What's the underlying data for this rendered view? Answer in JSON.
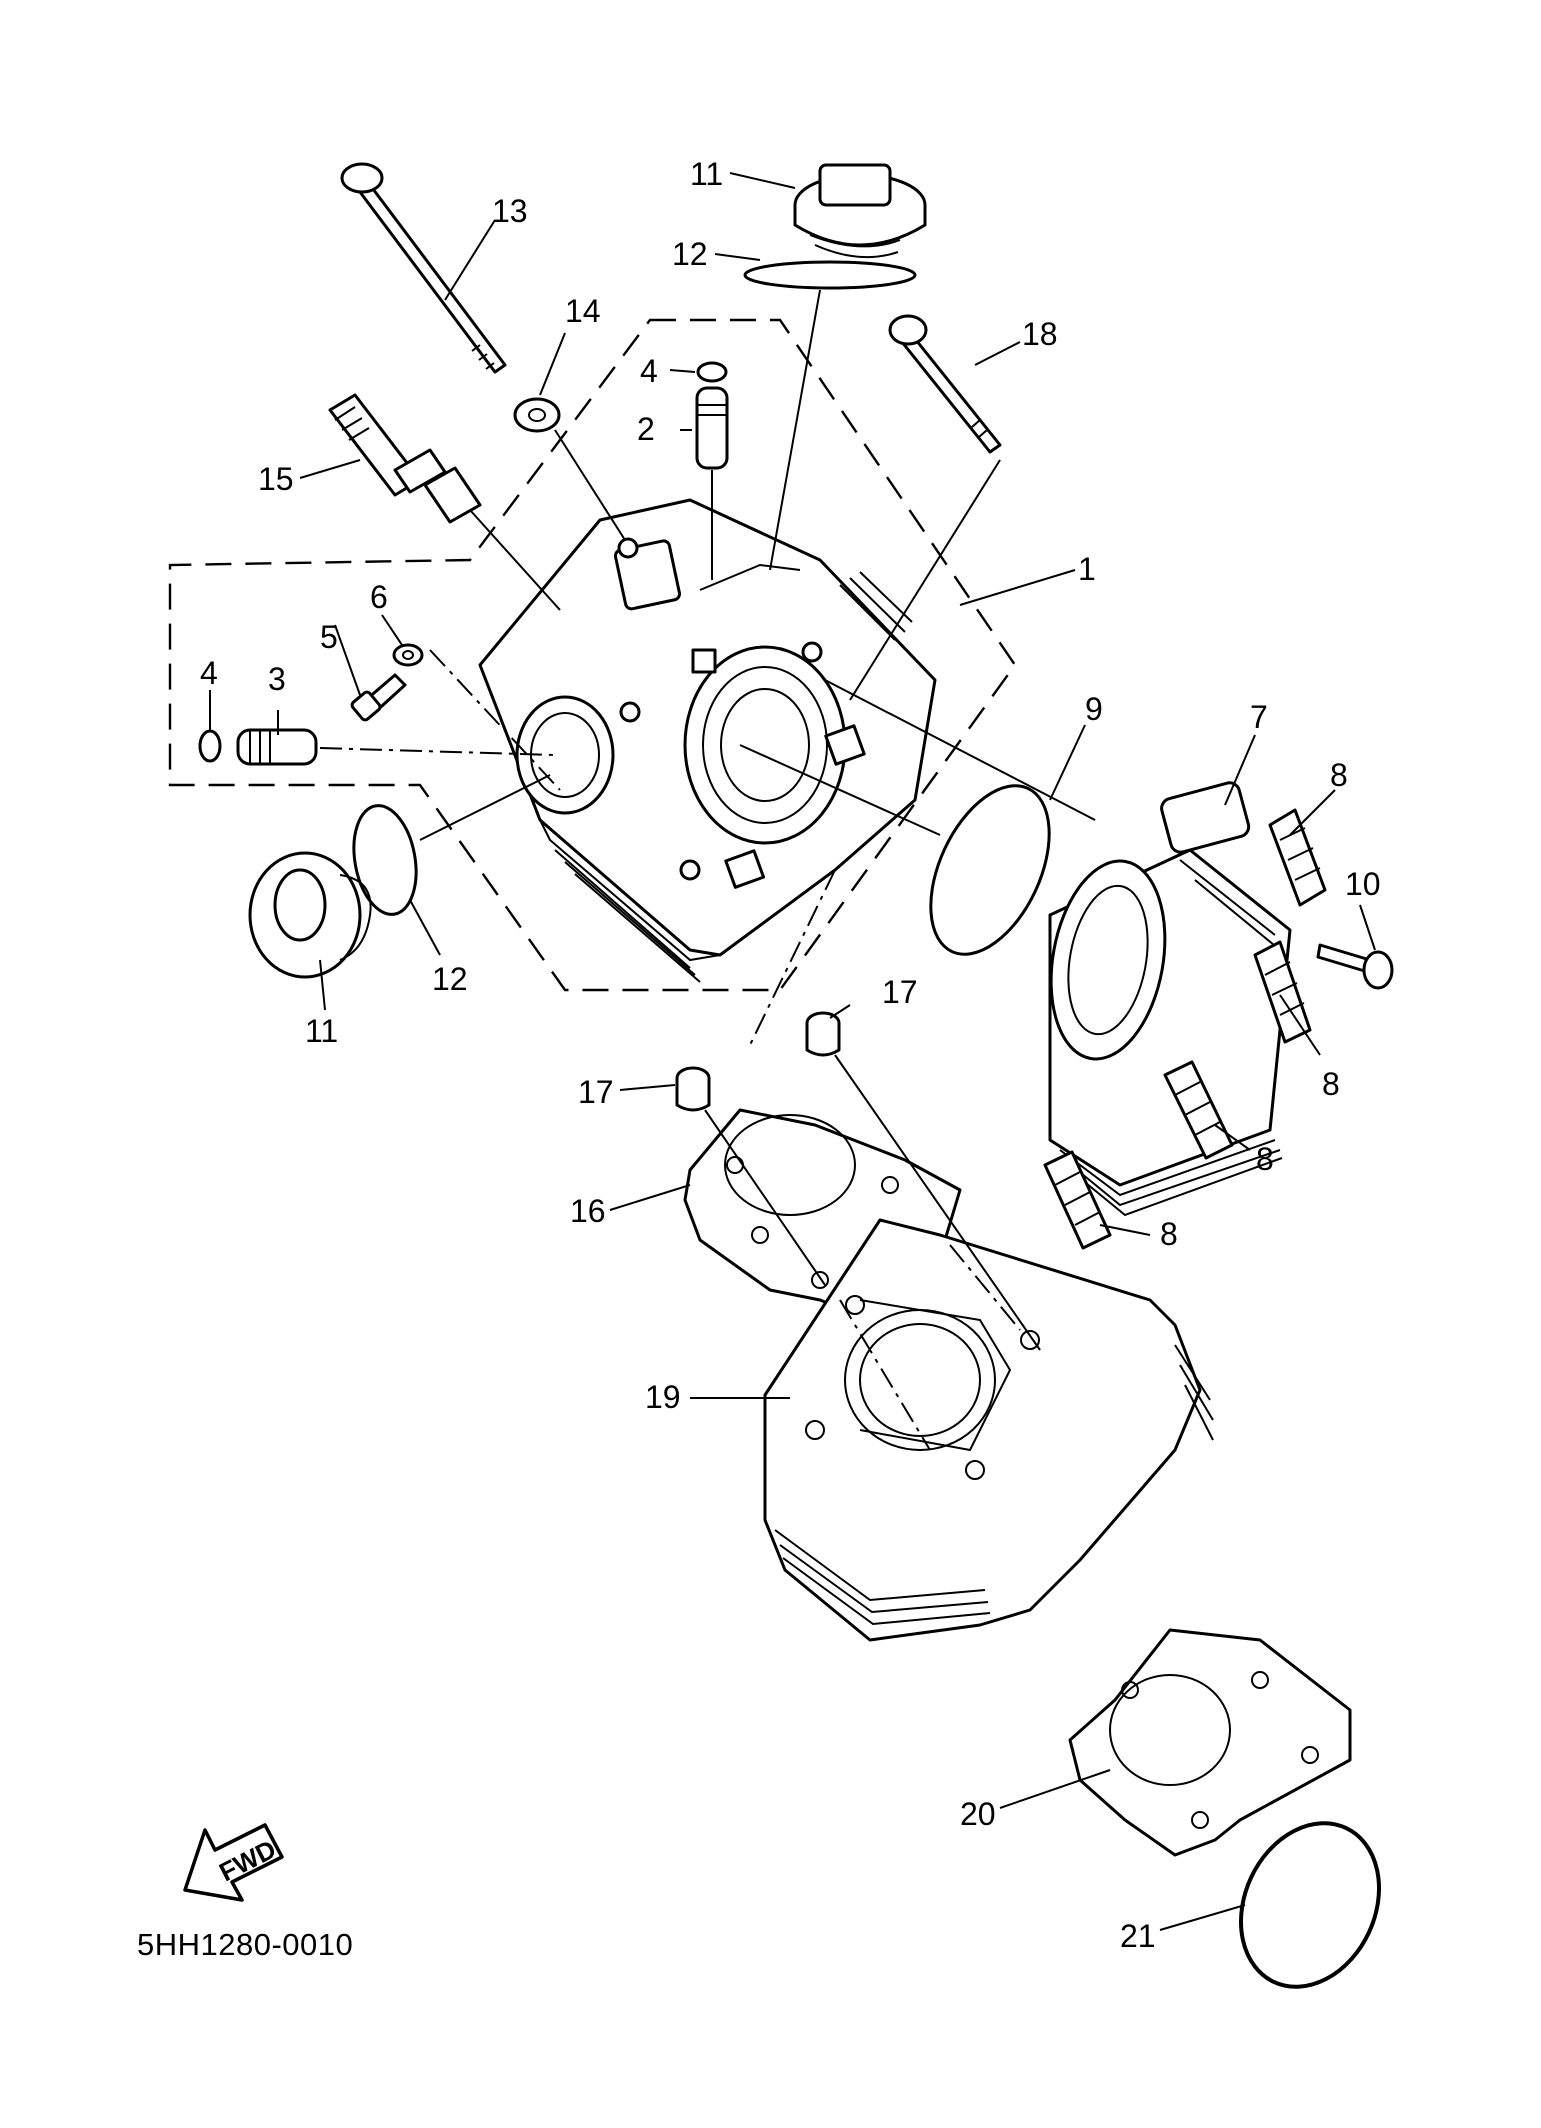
{
  "parts": [
    {
      "id": "p1",
      "label": "1"
    },
    {
      "id": "p2",
      "label": "2"
    },
    {
      "id": "p3",
      "label": "3"
    },
    {
      "id": "p4a",
      "label": "4"
    },
    {
      "id": "p4b",
      "label": "4"
    },
    {
      "id": "p5",
      "label": "5"
    },
    {
      "id": "p6",
      "label": "6"
    },
    {
      "id": "p7",
      "label": "7"
    },
    {
      "id": "p8a",
      "label": "8"
    },
    {
      "id": "p8b",
      "label": "8"
    },
    {
      "id": "p8c",
      "label": "8"
    },
    {
      "id": "p8d",
      "label": "8"
    },
    {
      "id": "p9",
      "label": "9"
    },
    {
      "id": "p10",
      "label": "10"
    },
    {
      "id": "p11a",
      "label": "11"
    },
    {
      "id": "p11b",
      "label": "11"
    },
    {
      "id": "p12a",
      "label": "12"
    },
    {
      "id": "p12b",
      "label": "12"
    },
    {
      "id": "p13",
      "label": "13"
    },
    {
      "id": "p14",
      "label": "14"
    },
    {
      "id": "p15",
      "label": "15"
    },
    {
      "id": "p16",
      "label": "16"
    },
    {
      "id": "p17a",
      "label": "17"
    },
    {
      "id": "p17b",
      "label": "17"
    },
    {
      "id": "p18",
      "label": "18"
    },
    {
      "id": "p19",
      "label": "19"
    },
    {
      "id": "p20",
      "label": "20"
    },
    {
      "id": "p21",
      "label": "21"
    }
  ],
  "fwd_label": "FWD",
  "reference_code": "5HH1280-0010"
}
